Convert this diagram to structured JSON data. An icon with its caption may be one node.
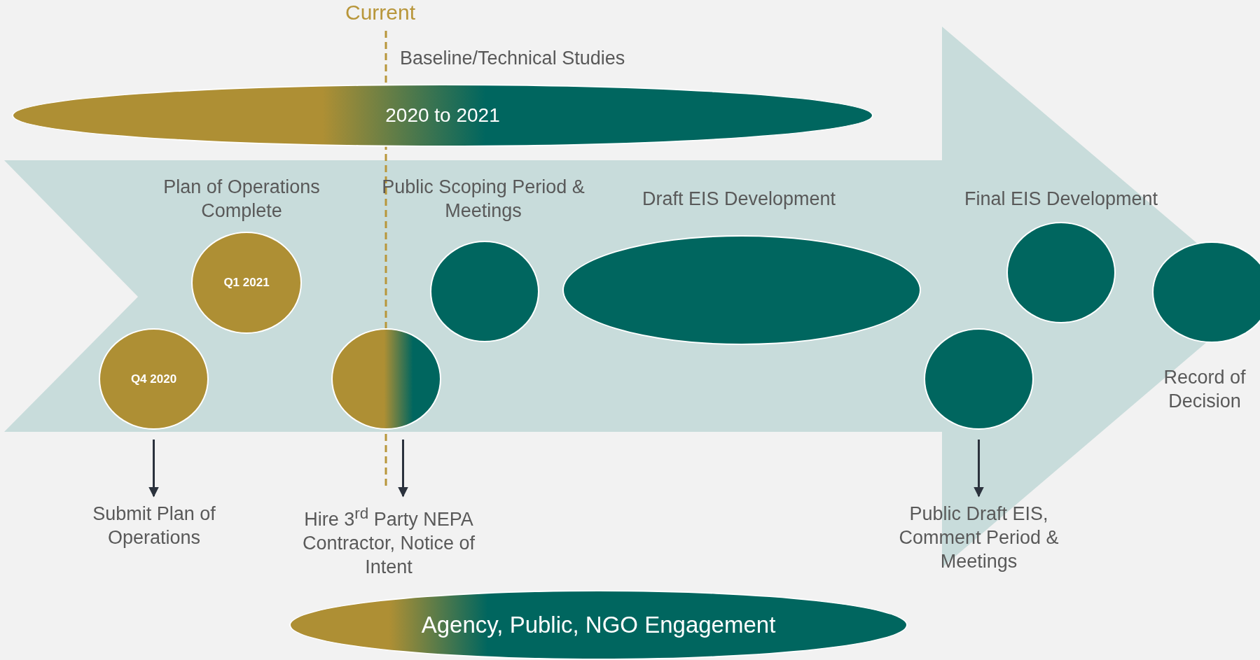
{
  "diagram": {
    "nodes": [
      {
        "text": [
          "Baseline/Technical Studies",
          "2020 to 2021"
        ]
      },
      {
        "text": [
          "Plan of Operations Complete",
          "Q1 2021"
        ]
      },
      {
        "text": [
          "Public Scoping Period & Meetings"
        ]
      },
      {
        "text": [
          "Draft EIS Development"
        ]
      },
      {
        "text": [
          "Final EIS Development"
        ]
      },
      {
        "text": [
          "Record of Decision"
        ]
      },
      {
        "text": [
          "Q4 2020"
        ]
      },
      {
        "text": [],
        "shape": "circle"
      },
      {
        "text": [],
        "shape": "circle"
      },
      {
        "text": [
          "Submit Plan of Operations"
        ]
      },
      {
        "text": [
          "Hire 3$^{rd}$ Party NEPA Contractor, Notice of Intent"
        ]
      },
      {
        "text": [
          "Public Draft EIS, Comment Period & Meetings"
        ]
      },
      {
        "text": [
          "Agency, Public, NGO Engagement"
        ]
      }
    ],
    "edges": [
      {
        "from": 6,
        "to": 9,
        "arrow": "to"
      },
      {
        "from": 7,
        "to": 10,
        "arrow": "to"
      },
      {
        "from": 8,
        "to": 11,
        "arrow": "to"
      }
    ],
    "labels": [
      "Current"
    ]
  }
}
